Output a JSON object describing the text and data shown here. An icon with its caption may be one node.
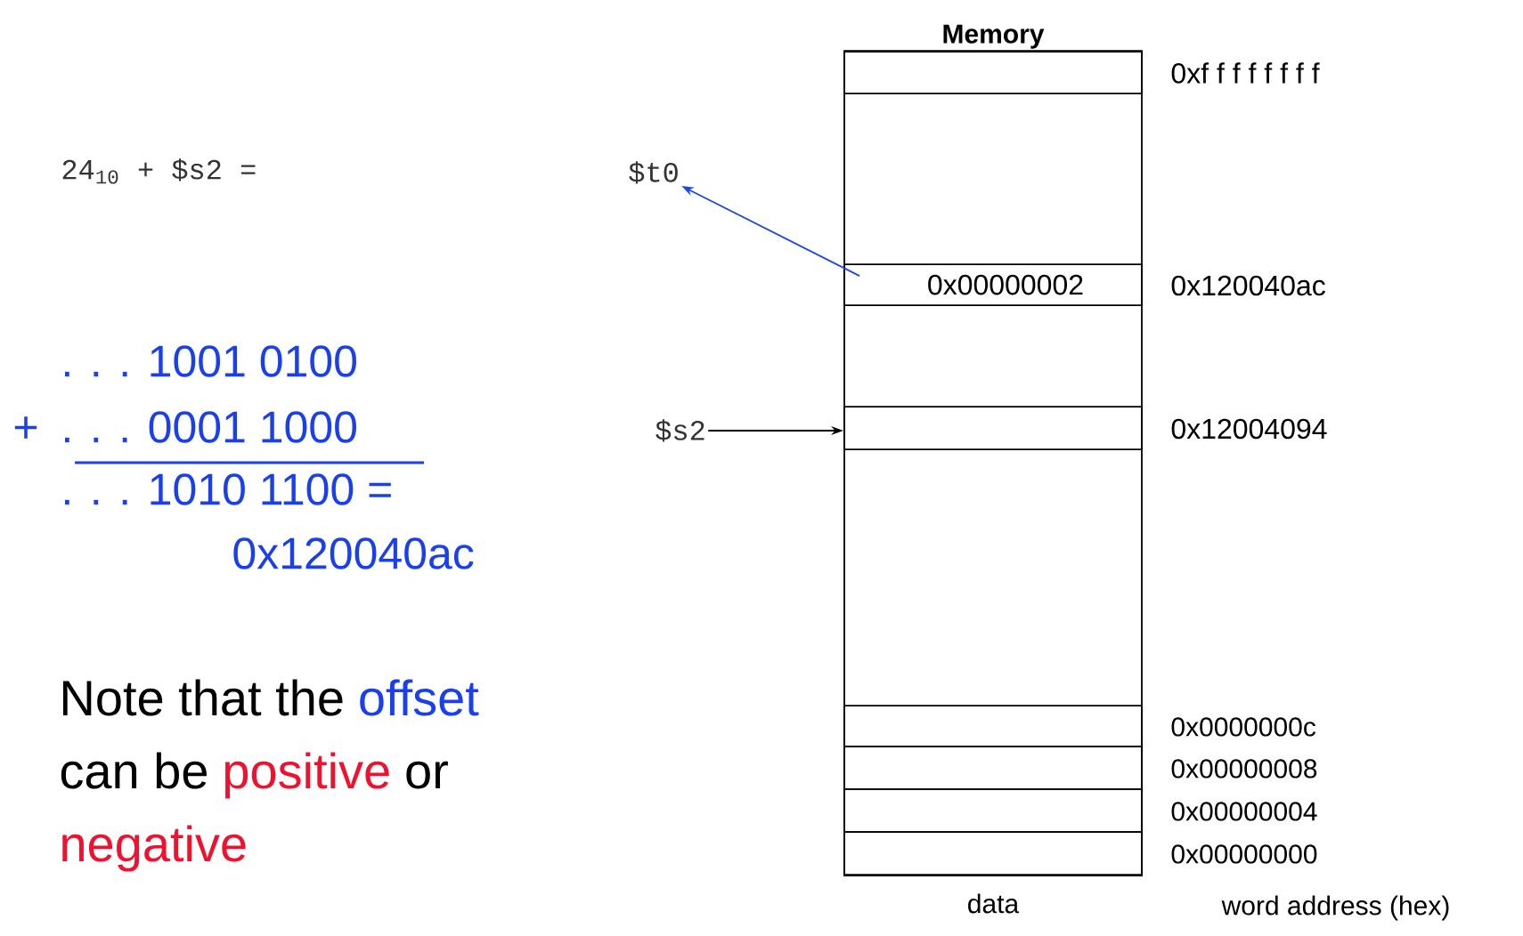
{
  "diagram": {
    "nodes": [
      {
        "text": [
          "Memory"
        ],
        "beside": [
          "data"
        ]
      },
      {
        "text": [],
        "shape": "box",
        "in": 0,
        "beside": [
          "0xf f f f f f f f"
        ]
      },
      {
        "text": [
          "0x00000002"
        ],
        "in": 0,
        "beside": [
          "0x120040ac"
        ]
      },
      {
        "text": [],
        "shape": "box",
        "in": 0,
        "beside": [
          "0x12004094"
        ]
      },
      {
        "text": [],
        "shape": "box",
        "in": 0,
        "beside": [
          "0x0000000c"
        ]
      },
      {
        "text": [],
        "shape": "box",
        "in": 0,
        "beside": [
          "0x00000008"
        ]
      },
      {
        "text": [],
        "shape": "box",
        "in": 0,
        "beside": [
          "0x00000004"
        ]
      },
      {
        "text": [],
        "shape": "box",
        "in": 0,
        "beside": [
          "0x00000000"
        ]
      },
      {
        "text": [
          "$t0"
        ]
      },
      {
        "text": [
          "$s2"
        ]
      }
    ],
    "edges": [
      {
        "from": 2,
        "to": 8,
        "arrow": "to",
        "color": "#1a47e6"
      },
      {
        "from": 9,
        "to": 3,
        "arrow": "to",
        "color": "#000000"
      }
    ],
    "labels": [
      "24$_{10}$ + $s2 =",
      ". . . 1001 0100",
      "+",
      ". . . 0001 1000",
      ". . . 1010 1100 =",
      "0x120040ac",
      "Note that the",
      "offset",
      "can be",
      "positive",
      "or",
      "negative",
      "word address (hex)"
    ]
  }
}
